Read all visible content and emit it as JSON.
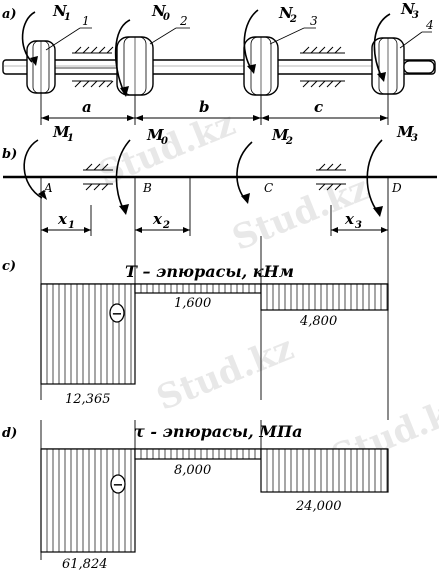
{
  "panels": {
    "a": "a)",
    "b": "b)",
    "c": "c)",
    "d": "d)"
  },
  "shaft": {
    "forces": [
      "N1",
      "N0",
      "N2",
      "N3"
    ],
    "force_labels": [
      {
        "letter": "N",
        "sub": "1"
      },
      {
        "letter": "N",
        "sub": "0"
      },
      {
        "letter": "N",
        "sub": "2"
      },
      {
        "letter": "N",
        "sub": "3"
      }
    ],
    "pulley_numbers": [
      "1",
      "2",
      "3",
      "4"
    ],
    "spans": [
      "a",
      "b",
      "c"
    ]
  },
  "beam": {
    "moments": [
      {
        "letter": "M",
        "sub": "1"
      },
      {
        "letter": "M",
        "sub": "0"
      },
      {
        "letter": "M",
        "sub": "2"
      },
      {
        "letter": "M",
        "sub": "3"
      }
    ],
    "points": [
      "A",
      "B",
      "C",
      "D"
    ],
    "coords": [
      {
        "letter": "x",
        "sub": "1"
      },
      {
        "letter": "x",
        "sub": "2"
      },
      {
        "letter": "x",
        "sub": "3"
      }
    ]
  },
  "torque_diagram": {
    "title": "T – эпюрасы, кНм",
    "sign": "−",
    "values": [
      "12,365",
      "1,600",
      "4,800"
    ]
  },
  "stress_diagram": {
    "title": "τ - эпюрасы, МПа",
    "sign": "−",
    "values": [
      "61,824",
      "8,000",
      "24,000"
    ]
  },
  "watermark": "Stud.kz"
}
